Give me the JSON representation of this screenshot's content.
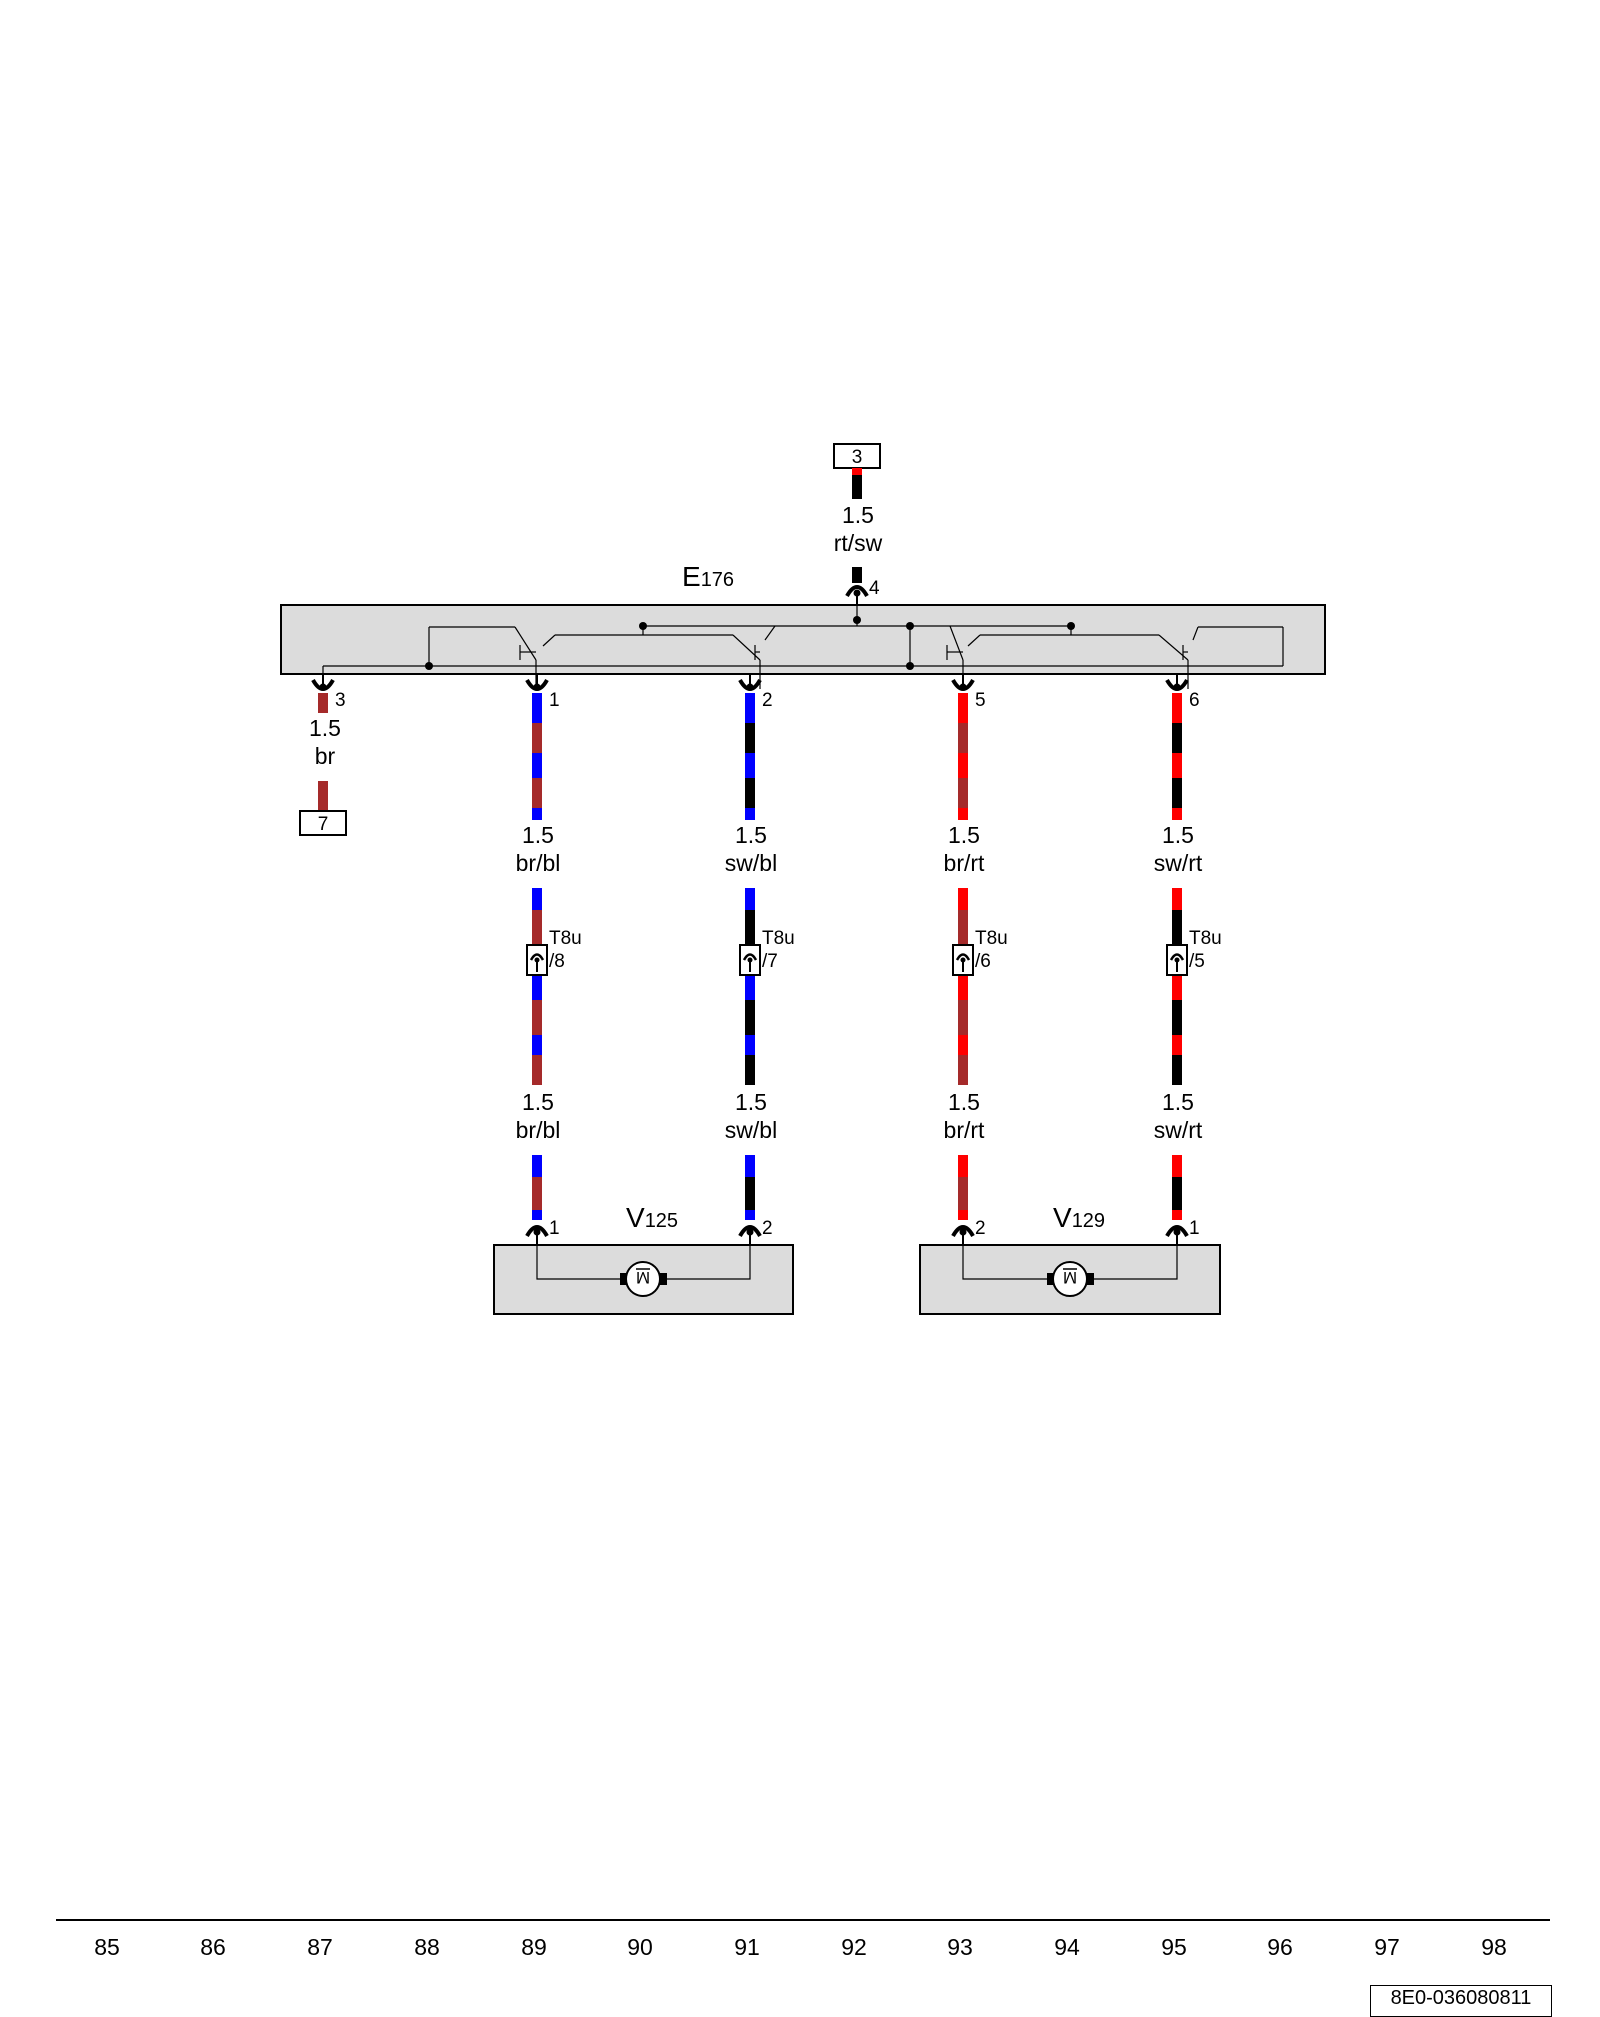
{
  "colors": {
    "rt": "#ff0000",
    "sw": "#000000",
    "bl": "#0000ff",
    "br": "#a52a2a",
    "component_fill": "#dcdcdc",
    "line": "#000000"
  },
  "component_e176": {
    "id": "E",
    "num": "176"
  },
  "supply": {
    "terminal": "3",
    "pin": "4",
    "size": "1.5",
    "color_code": "rt/sw"
  },
  "ground": {
    "pin": "3",
    "size": "1.5",
    "color_code": "br",
    "terminal": "7"
  },
  "wires": [
    {
      "pin": "1",
      "size": "1.5",
      "color_code": "br/bl",
      "connector": "T8u",
      "conn_pin": "/8",
      "motor_pin": "1"
    },
    {
      "pin": "2",
      "size": "1.5",
      "color_code": "sw/bl",
      "connector": "T8u",
      "conn_pin": "/7",
      "motor_pin": "2"
    },
    {
      "pin": "5",
      "size": "1.5",
      "color_code": "br/rt",
      "connector": "T8u",
      "conn_pin": "/6",
      "motor_pin": "2"
    },
    {
      "pin": "6",
      "size": "1.5",
      "color_code": "sw/rt",
      "connector": "T8u",
      "conn_pin": "/5",
      "motor_pin": "1"
    }
  ],
  "motors": [
    {
      "id": "V",
      "num": "125",
      "symbol": "M"
    },
    {
      "id": "V",
      "num": "129",
      "symbol": "M"
    }
  ],
  "footer": {
    "columns": [
      "85",
      "86",
      "87",
      "88",
      "89",
      "90",
      "91",
      "92",
      "93",
      "94",
      "95",
      "96",
      "97",
      "98"
    ],
    "page_ref": "8E0-036080811"
  }
}
